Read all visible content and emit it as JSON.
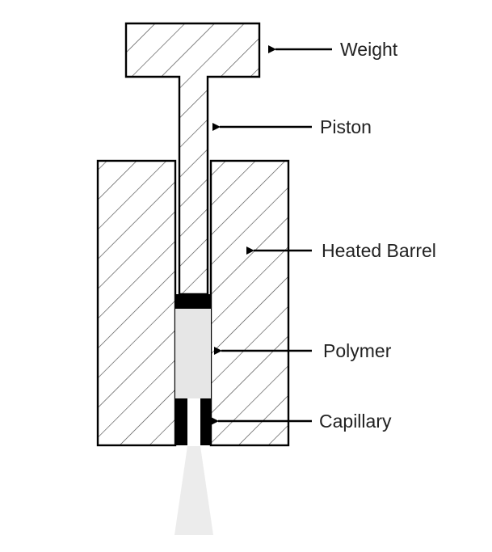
{
  "labels": {
    "weight": "Weight",
    "piston": "Piston",
    "heated_barrel": "Heated Barrel",
    "polymer": "Polymer",
    "capillary": "Capillary"
  },
  "colors": {
    "outline": "#000000",
    "hatch": "#4a4a4a",
    "polymer_fill": "#e6e6e6",
    "extrudate_fill": "#ececec",
    "text": "#222222"
  }
}
